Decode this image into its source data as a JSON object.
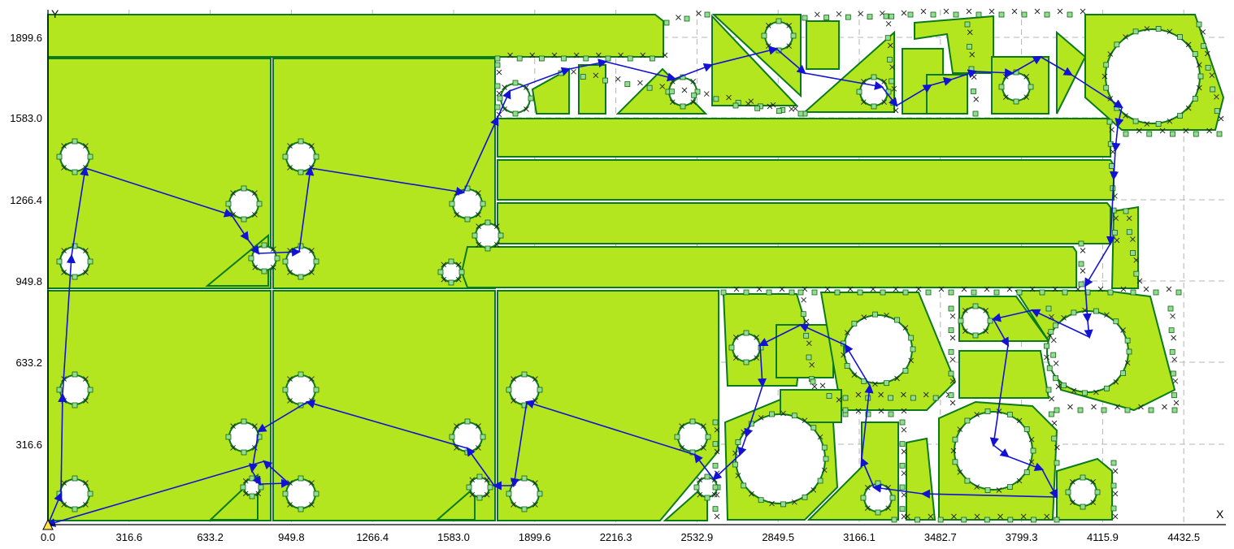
{
  "axes": {
    "x_label": "X",
    "y_label": "Y",
    "x_ticks": [
      "0.0",
      "316.6",
      "633.2",
      "949.8",
      "1266.4",
      "1583.0",
      "1899.6",
      "2216.3",
      "2532.9",
      "2849.5",
      "3166.1",
      "3482.7",
      "3799.3",
      "4115.9",
      "4432.5"
    ],
    "y_ticks": [
      "316.6",
      "633.2",
      "949.8",
      "1266.4",
      "1583.0",
      "1899.6"
    ],
    "grid": "dashed"
  },
  "colors": {
    "part_fill": "#b3e61e",
    "part_outline": "#0a7a1a",
    "toolpath": "#1212d4",
    "pierce_marker": "#8ee08e",
    "grid": "#b4b4b4",
    "axis": "#000000"
  },
  "icons": {
    "origin": "origin-triangle-icon",
    "pierce_point": "pierce-square-icon",
    "cut_marker": "cross-marker-icon",
    "path_arrow": "arrow-head-icon"
  }
}
